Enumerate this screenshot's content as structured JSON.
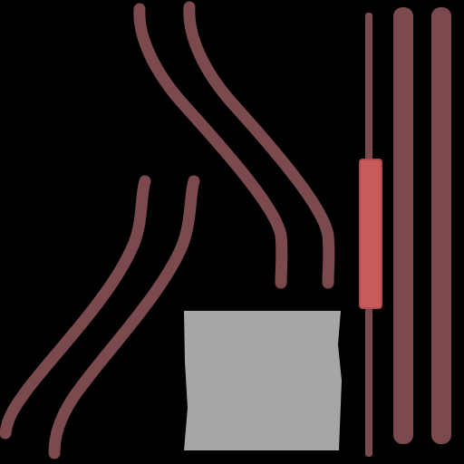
{
  "colors": {
    "background": "#000000",
    "strip": "#7a4a4f",
    "accent_band": "#c85a5c",
    "accent_band_edge": "#b04b4d",
    "swatch": "#a6a6a6"
  },
  "elements": {
    "curved_strips": [
      "upper-left-strip",
      "upper-right-strip",
      "lower-left-strip",
      "lower-right-strip"
    ],
    "vertical_strips": [
      "thin-vertical-strip",
      "middle-vertical-strip",
      "right-vertical-strip"
    ],
    "band": "accent-band",
    "swatch": "gray-swatch"
  }
}
